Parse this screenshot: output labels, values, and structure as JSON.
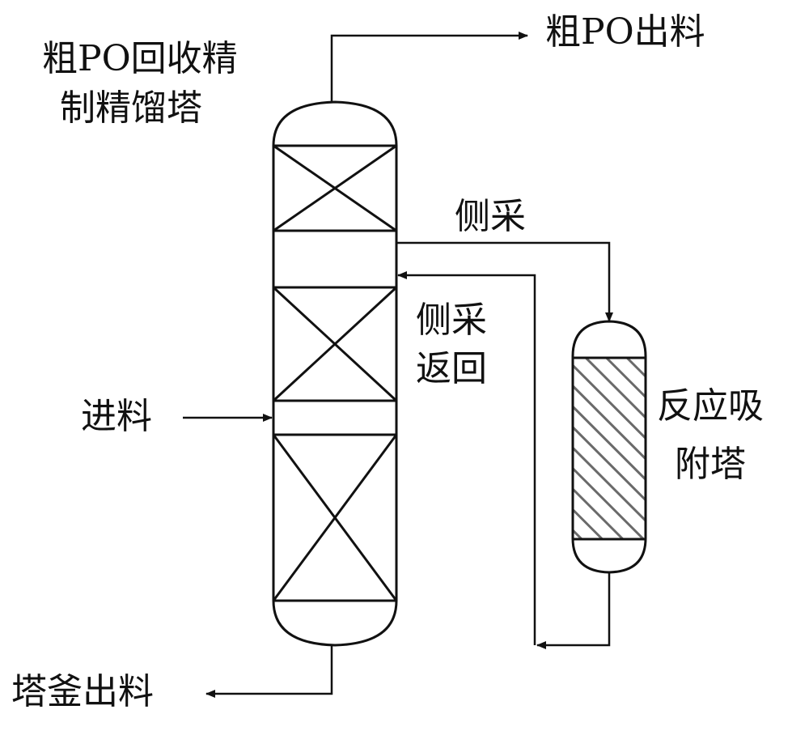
{
  "labels": {
    "column_line1": "粗PO回收精",
    "column_line2": "制精馏塔",
    "top_product": "粗PO出料",
    "side_draw": "侧采",
    "side_return_line1": "侧采",
    "side_return_line2": "返回",
    "feed": "进料",
    "reactor_line1": "反应吸",
    "reactor_line2": "附塔",
    "bottom_product": "塔釜出料"
  },
  "colors": {
    "stroke": "#111111",
    "hatch": "#7a7a7a",
    "background": "#ffffff"
  }
}
